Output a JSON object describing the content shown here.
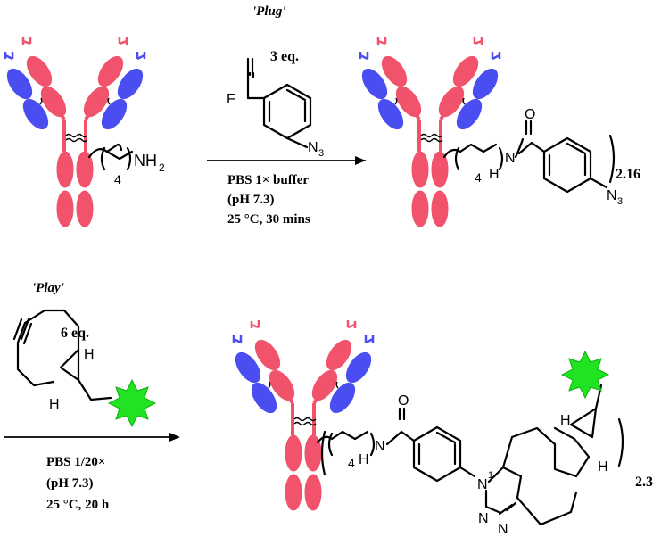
{
  "step1": {
    "title": "'Plug'",
    "reagent_eq": "3 eq.",
    "conditions": [
      "PBS 1× buffer",
      "(pH 7.3)",
      "25 °C, 30 mins"
    ],
    "atoms": {
      "F": "F",
      "N3": "N",
      "N3_sub": "3",
      "NH2": "NH",
      "NH2_sub": "2",
      "lys_sub": "4"
    },
    "product": {
      "amide_N": "N",
      "amide_H": "H",
      "amide_O": "O",
      "azide_N": "N",
      "azide_sub": "3",
      "lys_sub": "4",
      "dar": "2.16"
    }
  },
  "step2": {
    "title": "'Play'",
    "reagent_eq": "6 eq.",
    "conditions": [
      "PBS 1/20×",
      "(pH 7.3)",
      "25 °C, 20 h"
    ],
    "atoms": {
      "H_top": "H",
      "H_bottom": "H"
    },
    "product": {
      "amide_N": "N",
      "amide_H": "H",
      "amide_O": "O",
      "lys_sub": "4",
      "triazole_N1": "N",
      "triazole_N1_num": "1",
      "triazole_N2": "N",
      "triazole_N3": "N",
      "H_top": "H",
      "H_bottom": "H",
      "dar": "2.3"
    }
  },
  "colors": {
    "heavy_chain": "#f0536b",
    "light_chain": "#4a4ef0",
    "fluorophore": "#21e321"
  }
}
